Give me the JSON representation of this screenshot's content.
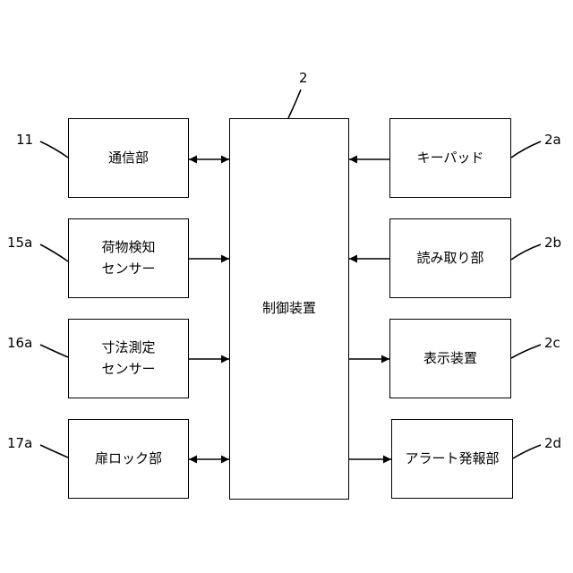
{
  "controller": {
    "label": "制御装置",
    "ref": "2"
  },
  "left_blocks": [
    {
      "ref": "11",
      "lines": [
        "通信部"
      ]
    },
    {
      "ref": "15a",
      "lines": [
        "荷物検知",
        "センサー"
      ]
    },
    {
      "ref": "16a",
      "lines": [
        "寸法測定",
        "センサー"
      ]
    },
    {
      "ref": "17a",
      "lines": [
        "扉ロック部"
      ]
    }
  ],
  "right_blocks": [
    {
      "ref": "2a",
      "lines": [
        "キーパッド"
      ]
    },
    {
      "ref": "2b",
      "lines": [
        "読み取り部"
      ]
    },
    {
      "ref": "2c",
      "lines": [
        "表示装置"
      ]
    },
    {
      "ref": "2d",
      "lines": [
        "アラート発報部"
      ]
    }
  ]
}
